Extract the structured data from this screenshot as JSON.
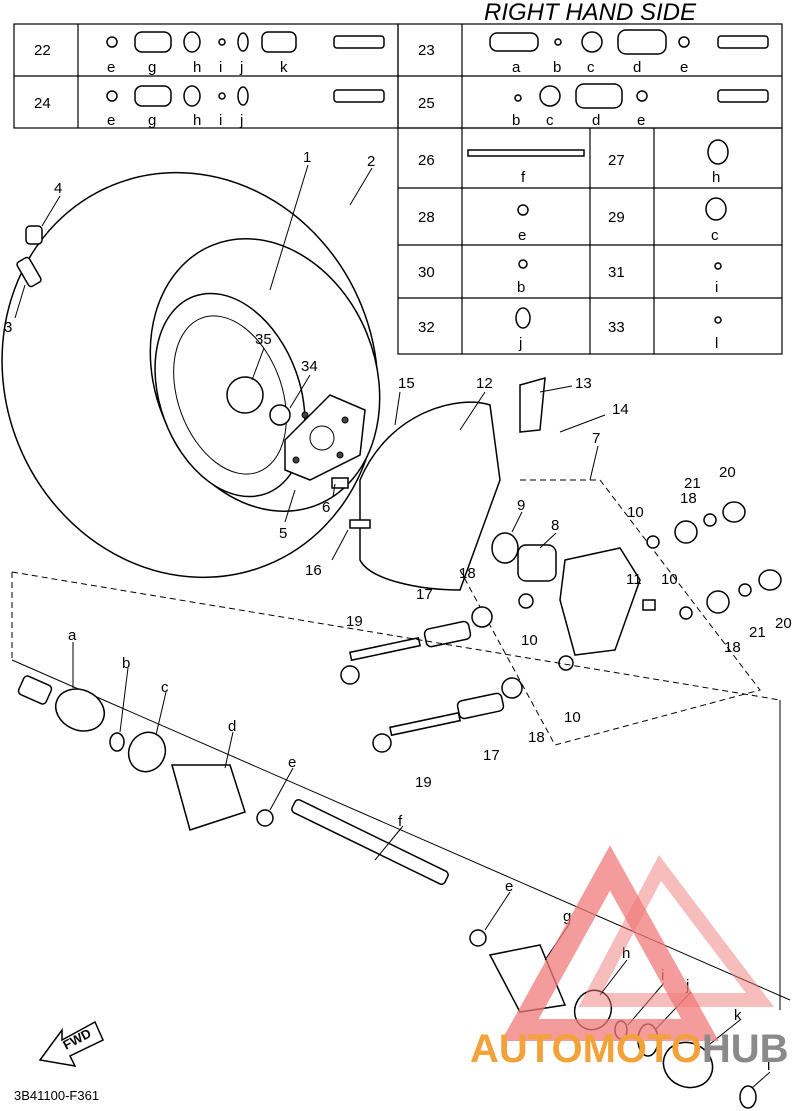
{
  "header": {
    "title": "RIGHT HAND SIDE"
  },
  "table": {
    "rows": [
      {
        "left_num": "22",
        "left_letters": [
          "e",
          "g",
          "h",
          "i",
          "j",
          "k"
        ],
        "right_num": "23",
        "right_letters": [
          "a",
          "b",
          "c",
          "d",
          "e"
        ]
      },
      {
        "left_num": "24",
        "left_letters": [
          "e",
          "g",
          "h",
          "i",
          "j"
        ],
        "right_num": "25",
        "right_letters": [
          "b",
          "c",
          "d",
          "e"
        ]
      },
      {
        "left_num": "26",
        "left_letters": [
          "f"
        ],
        "right_num": "27",
        "right_letters": [
          "h"
        ]
      },
      {
        "left_num": "28",
        "left_letters": [
          "e"
        ],
        "right_num": "29",
        "right_letters": [
          "c"
        ]
      },
      {
        "left_num": "30",
        "left_letters": [
          "b"
        ],
        "right_num": "31",
        "right_letters": [
          "i"
        ]
      },
      {
        "left_num": "32",
        "left_letters": [
          "j"
        ],
        "right_num": "33",
        "right_letters": [
          "l"
        ]
      }
    ]
  },
  "callouts": {
    "n1": "1",
    "n2": "2",
    "n3": "3",
    "n4": "4",
    "n5": "5",
    "n6": "6",
    "n7": "7",
    "n8": "8",
    "n9": "9",
    "n10a": "10",
    "n10b": "10",
    "n10c": "10",
    "n10d": "10",
    "n11": "11",
    "n12": "12",
    "n13": "13",
    "n14": "14",
    "n15": "15",
    "n16": "16",
    "n17a": "17",
    "n17b": "17",
    "n18a": "18",
    "n18b": "18",
    "n18c": "18",
    "n18d": "18",
    "n19a": "19",
    "n19b": "19",
    "n20a": "20",
    "n20b": "20",
    "n21a": "21",
    "n21b": "21",
    "n34": "34",
    "n35": "35",
    "la": "a",
    "lb": "b",
    "lc": "c",
    "ld": "d",
    "le1": "e",
    "lf": "f",
    "le2": "e",
    "lg": "g",
    "lh": "h",
    "li": "i",
    "lj": "j",
    "lk": "k",
    "ll": "l"
  },
  "fwd_label": "FWD",
  "diagram_code": "3B41100-F361",
  "watermark": {
    "text_a": "AUTOMOTO",
    "text_b": "HUB",
    "color_red": "#e85a5a",
    "color_orange": "#f2a23a",
    "color_dark": "#8a8a8a"
  }
}
